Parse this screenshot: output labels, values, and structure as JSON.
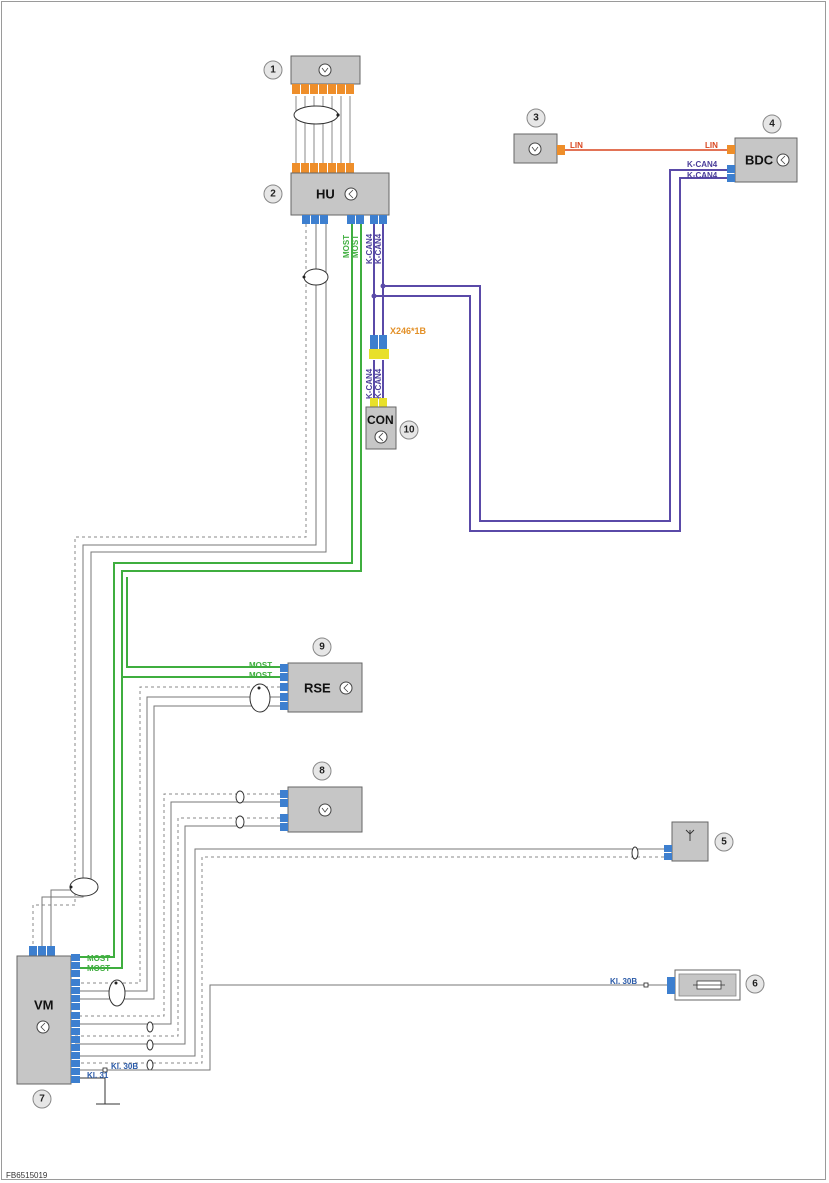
{
  "figure_id": "FB6515019",
  "colors": {
    "component_fill": "#c6c6c6",
    "pin_blue": "#3d7fcf",
    "pin_orange": "#ee8e2a",
    "pin_yellow": "#e8e02a",
    "wire_green": "#3fae3f",
    "wire_purple": "#5a4aa8",
    "wire_red": "#d9451e",
    "wire_gray": "#7a7a7a",
    "label_green": "#3fae3f",
    "label_purple": "#4a3d9a",
    "label_orange": "#e39027",
    "label_blue": "#2a5aa8",
    "label_red": "#d9451e"
  },
  "components": {
    "c1": {
      "number": "1",
      "label": "",
      "icon": "speaker-icon"
    },
    "c2": {
      "number": "2",
      "label": "HU",
      "icon": "control-unit-icon"
    },
    "c3": {
      "number": "3",
      "label": "",
      "icon": "speaker-icon"
    },
    "c4": {
      "number": "4",
      "label": "BDC",
      "icon": "control-unit-icon"
    },
    "c5": {
      "number": "5",
      "label": "",
      "icon": "antenna-icon"
    },
    "c6": {
      "number": "6",
      "label": "",
      "icon": "fuse-icon"
    },
    "c7": {
      "number": "7",
      "label": "VM",
      "icon": "control-unit-icon"
    },
    "c8": {
      "number": "8",
      "label": "",
      "icon": "speaker-icon"
    },
    "c9": {
      "number": "9",
      "label": "RSE",
      "icon": "control-unit-icon"
    },
    "c10": {
      "number": "10",
      "label": "CON",
      "icon": "control-unit-icon"
    }
  },
  "wire_labels": {
    "lin_3": "LIN",
    "lin_4": "LIN",
    "kcan_bdc_1": "K-CAN4",
    "kcan_bdc_2": "K-CAN4",
    "most_hu_1": "MOST",
    "most_hu_2": "MOST",
    "kcan_hu_1": "K-CAN4",
    "kcan_hu_2": "K-CAN4",
    "connector": "X246*1B",
    "kcan_con_1": "K-CAN4",
    "kcan_con_2": "K-CAN4",
    "most_rse_1": "MOST",
    "most_rse_2": "MOST",
    "most_vm_1": "MOST",
    "most_vm_2": "MOST",
    "kl30b_6": "Kl. 30B",
    "kl30b_vm": "Kl. 30B",
    "kl31_vm": "Kl. 31"
  }
}
